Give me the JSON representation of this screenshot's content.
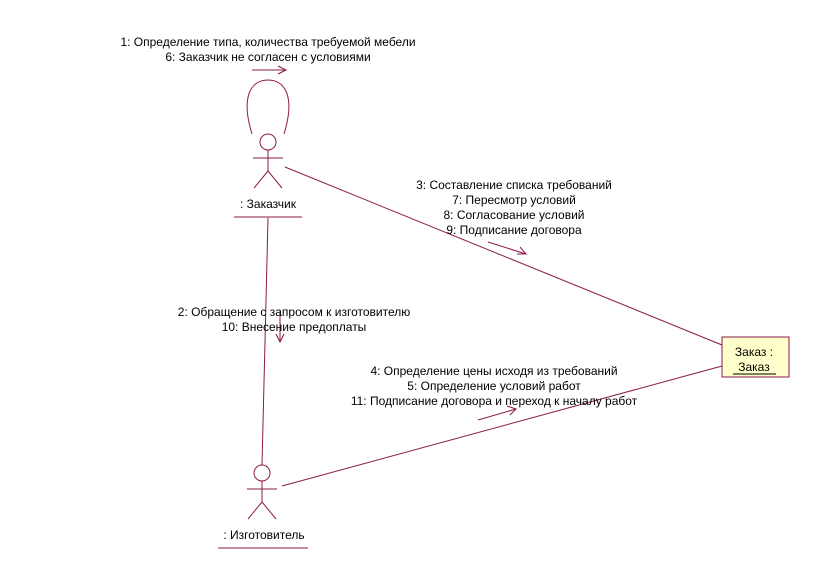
{
  "colors": {
    "line": "#8b1a4a",
    "object_fill": "#ffffcc",
    "object_border": "#8b1a4a",
    "text": "#000000"
  },
  "actors": {
    "customer": {
      "label": ": Заказчик",
      "icon": "actor-icon"
    },
    "manufacturer": {
      "label": ": Изготовитель",
      "icon": "actor-icon"
    }
  },
  "object": {
    "name": "Заказ :",
    "class": "Заказ"
  },
  "messages": {
    "self": [
      "1: Определение типа, количества требуемой мебели",
      "6: Заказчик не согласен с условиями"
    ],
    "customer_to_order": [
      "3: Составление списка требований",
      "7: Пересмотр условий",
      "8: Согласование условий",
      "9: Подписание договора"
    ],
    "customer_to_manufacturer": [
      "2: Обращение с запросом к изготовителю",
      "10: Внесение предоплаты"
    ],
    "manufacturer_to_order": [
      "4: Определение цены исходя из требований",
      "5: Определение условий работ",
      "11: Подписание договора и переход к началу работ"
    ]
  }
}
